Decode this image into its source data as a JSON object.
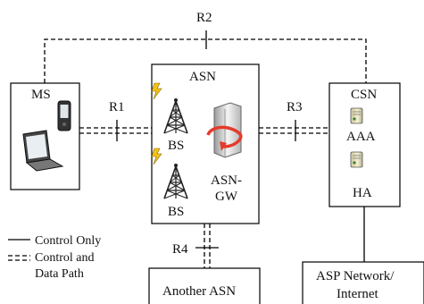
{
  "nodes": {
    "ms": "MS",
    "asn": "ASN",
    "csn": "CSN",
    "bs_top": "BS",
    "bs_bottom": "BS",
    "asn_gw_line1": "ASN-",
    "asn_gw_line2": "GW",
    "aaa": "AAA",
    "ha": "HA",
    "another_asn": "Another ASN",
    "asp_line1": "ASP Network/",
    "asp_line2": "Internet"
  },
  "reference_points": {
    "r1": "R1",
    "r2": "R2",
    "r3": "R3",
    "r4": "R4"
  },
  "legend": {
    "control_only": "Control Only",
    "control_and_line1": "Control and",
    "control_and_line2": "Data Path"
  },
  "icons": [
    "mobile-phone-icon",
    "laptop-icon",
    "bs-tower-icon",
    "lightning-icon",
    "asn-gw-server-icon",
    "aaa-server-icon",
    "ha-server-icon"
  ],
  "colors": {
    "line": "#000000",
    "server_arrow": "#e53b2a",
    "lightning": "#f2c21a"
  }
}
